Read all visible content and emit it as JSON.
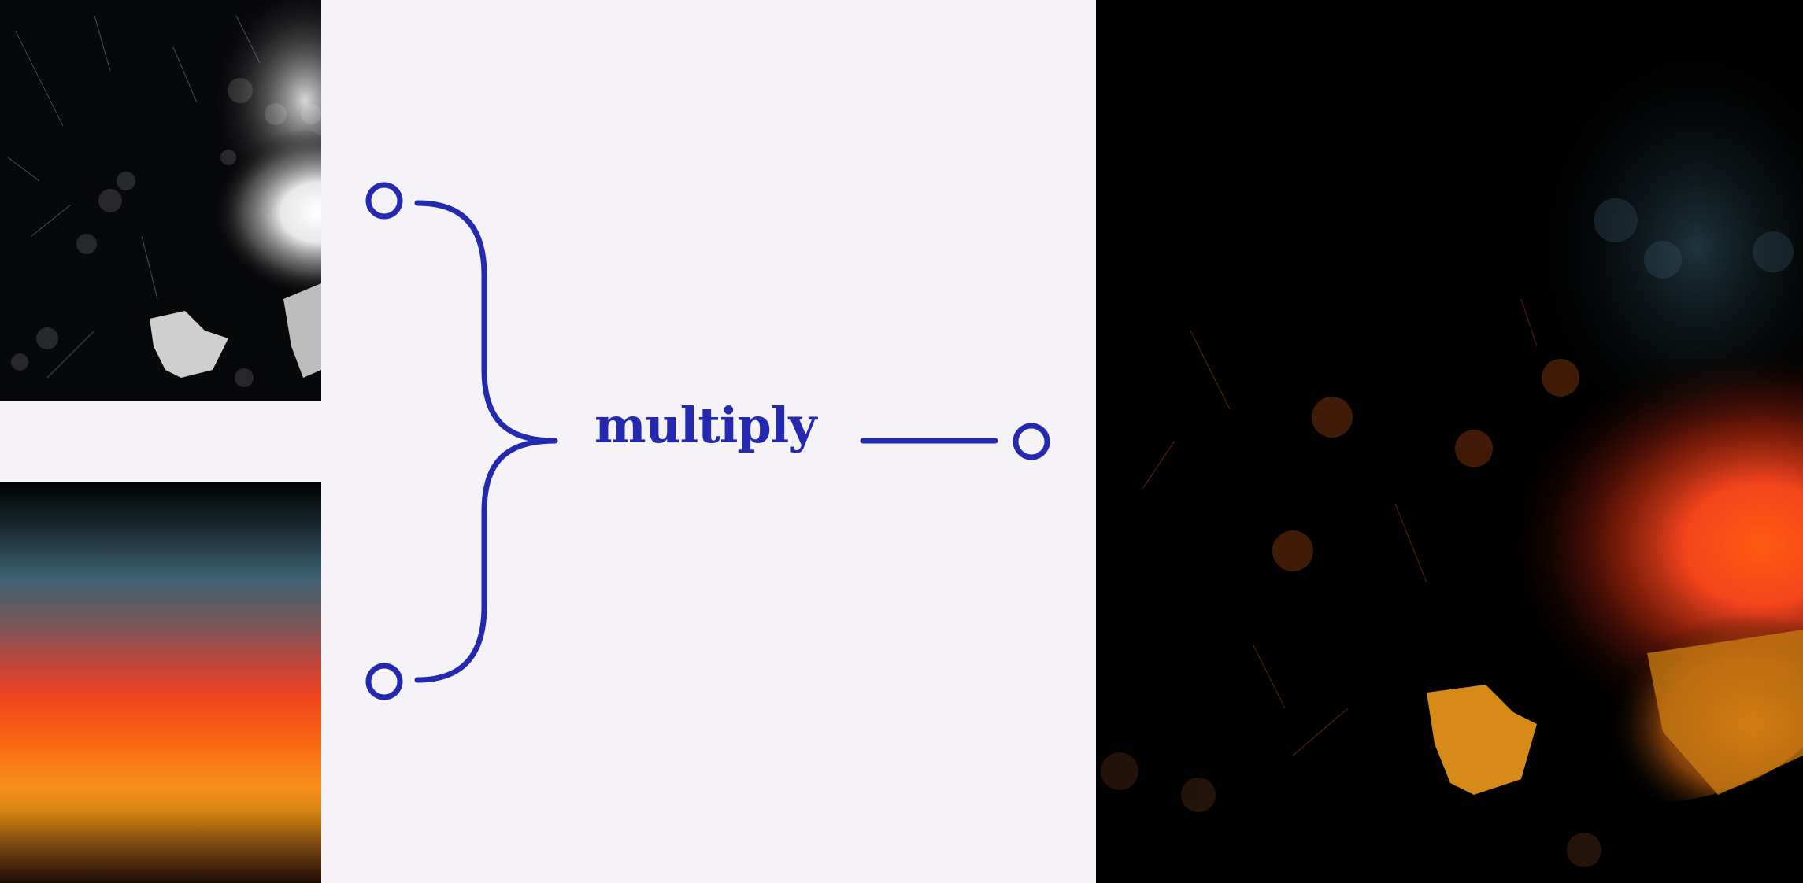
{
  "operation": {
    "label": "multiply"
  },
  "colors": {
    "accent": "#2429b0",
    "background": "#f5f3f8",
    "gradient_stops": [
      "#000000",
      "#3e6272",
      "#f2441c",
      "#f86c12",
      "#f8901a",
      "#1d0d04"
    ]
  },
  "inputs": [
    {
      "kind": "grayscale-texture-image"
    },
    {
      "kind": "color-gradient-image"
    }
  ],
  "output": {
    "kind": "multiplied-result-image"
  }
}
